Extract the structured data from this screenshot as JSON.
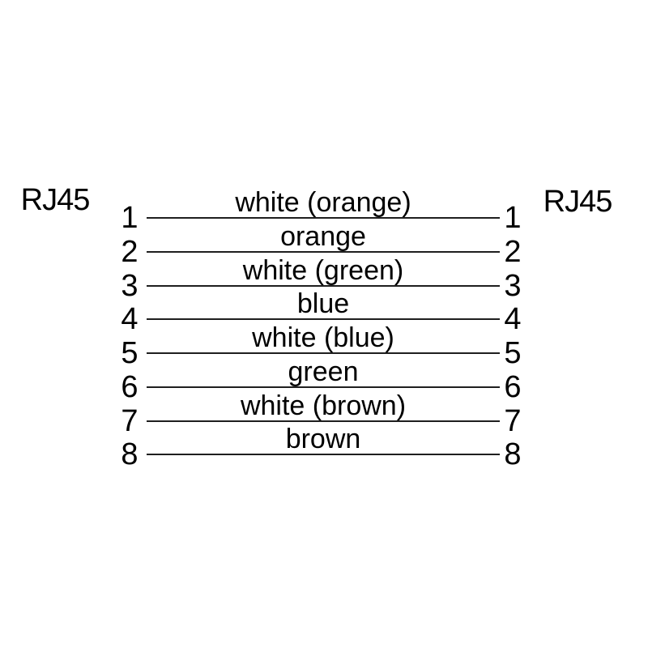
{
  "diagram": {
    "title_semantic": "RJ45 straight-through cable pinout",
    "left_connector": "RJ45",
    "right_connector": "RJ45",
    "wires": [
      {
        "left_pin": "1",
        "right_pin": "1",
        "label": "white (orange)"
      },
      {
        "left_pin": "2",
        "right_pin": "2",
        "label": "orange"
      },
      {
        "left_pin": "3",
        "right_pin": "3",
        "label": "white (green)"
      },
      {
        "left_pin": "4",
        "right_pin": "4",
        "label": "blue"
      },
      {
        "left_pin": "5",
        "right_pin": "5",
        "label": "white (blue)"
      },
      {
        "left_pin": "6",
        "right_pin": "6",
        "label": "green"
      },
      {
        "left_pin": "7",
        "right_pin": "7",
        "label": "white (brown)"
      },
      {
        "left_pin": "8",
        "right_pin": "8",
        "label": "brown"
      }
    ],
    "colors": {
      "background": "#ffffff",
      "text": "#000000",
      "line": "#1f1f1f"
    }
  }
}
